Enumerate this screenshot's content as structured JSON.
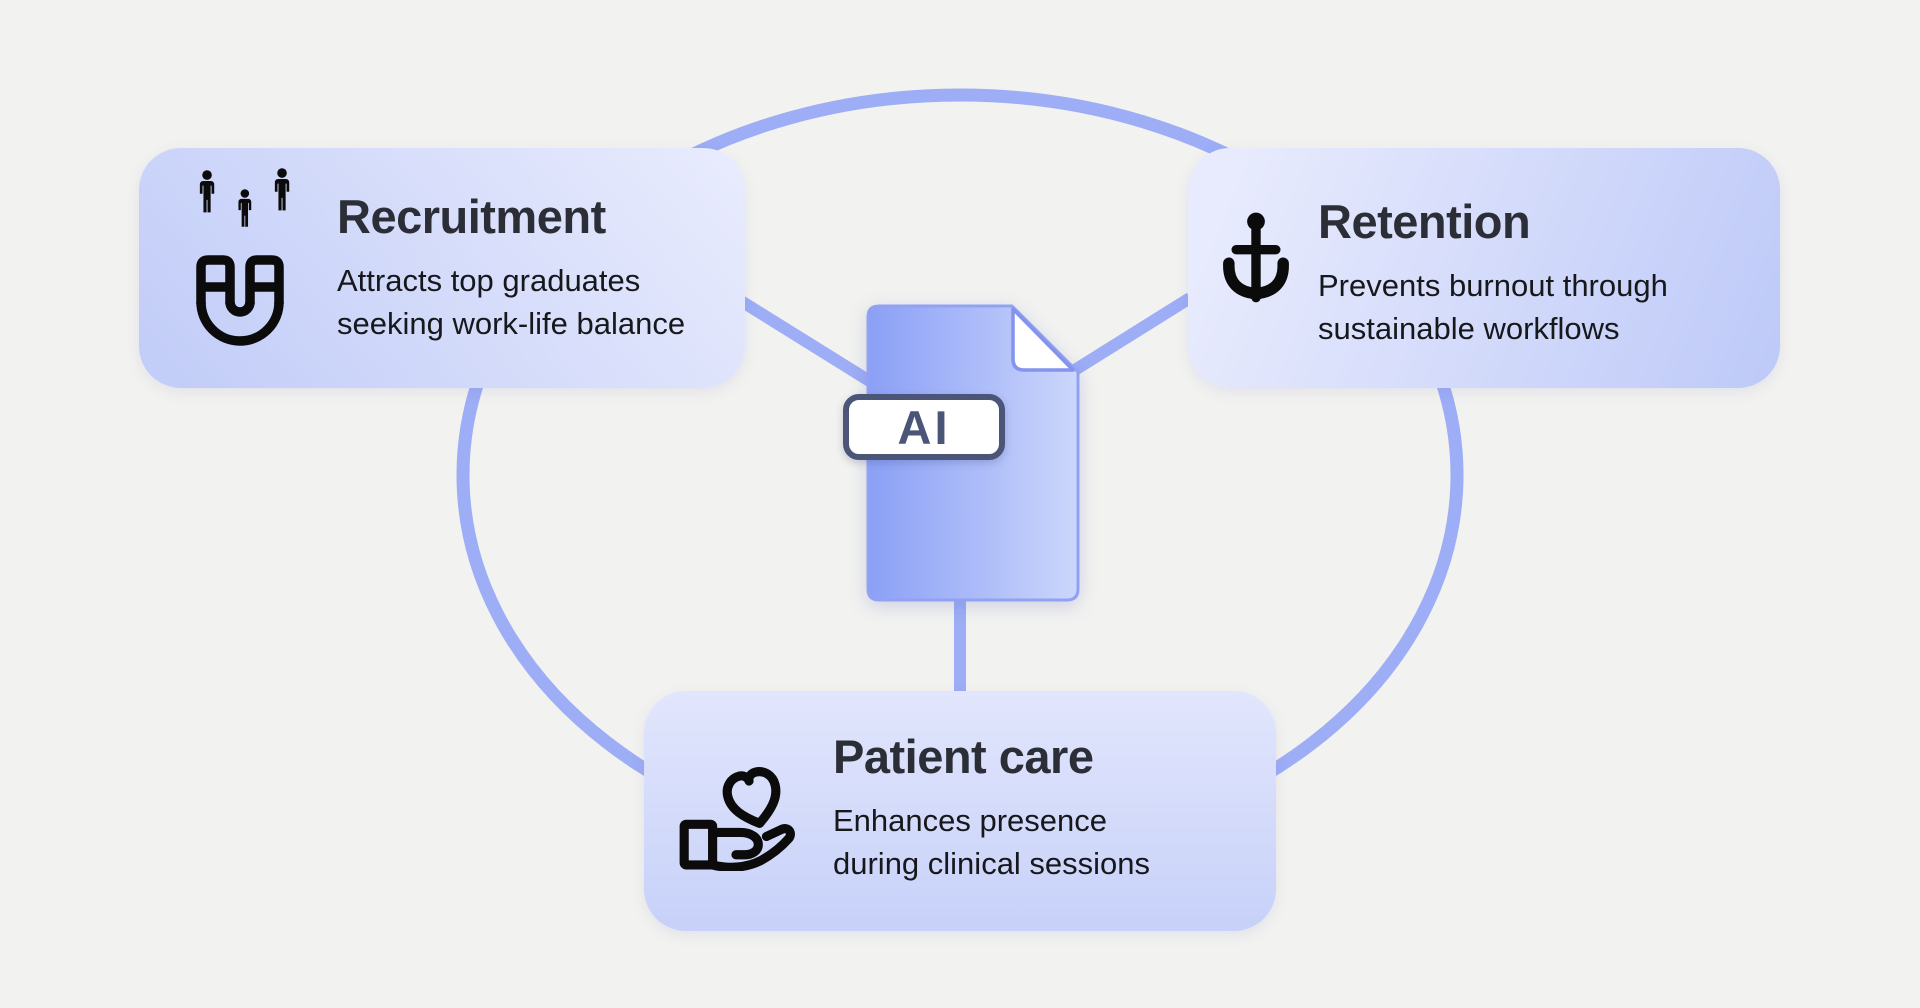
{
  "background_color": "#f2f2f0",
  "accent_line_color": "#9dadf6",
  "center": {
    "icon": "ai-document-icon",
    "badge_label": "AI",
    "badge_color": "#4b5578",
    "doc_gradient": [
      "#8ba0f6",
      "#ccd7fb"
    ]
  },
  "cards": [
    {
      "id": "recruitment",
      "title": "Recruitment",
      "desc_line1": "Attracts top graduates",
      "desc_line2": "seeking work-life balance",
      "icons": [
        "people-group-icon",
        "magnet-icon"
      ]
    },
    {
      "id": "retention",
      "title": "Retention",
      "desc_line1": "Prevents burnout through",
      "desc_line2": "sustainable workflows",
      "icons": [
        "anchor-icon"
      ]
    },
    {
      "id": "patient-care",
      "title": "Patient care",
      "desc_line1": "Enhances presence",
      "desc_line2": "during clinical sessions",
      "icons": [
        "hand-heart-icon"
      ]
    }
  ]
}
